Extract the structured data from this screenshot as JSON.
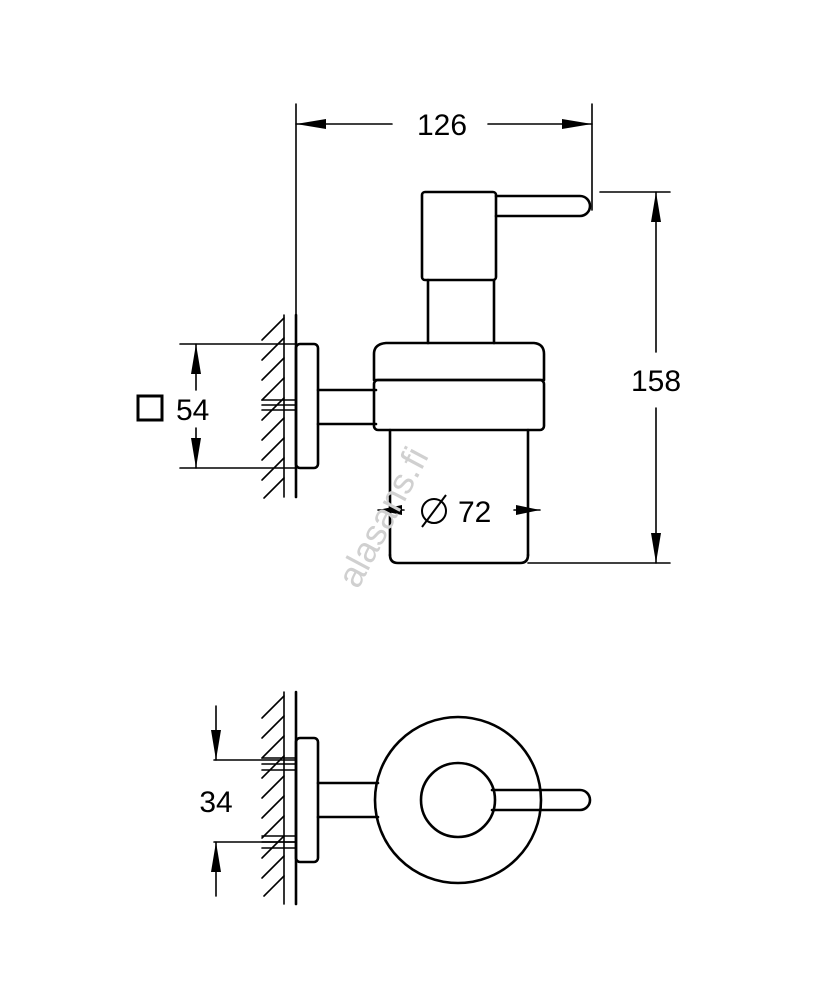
{
  "dimensions": {
    "width": "126",
    "height": "158",
    "rosette": "54",
    "diameter": "72",
    "side_offset": "34"
  },
  "symbols": {
    "square": "square-symbol",
    "diameter": "diameter-symbol"
  },
  "watermark": "alasans.fi"
}
